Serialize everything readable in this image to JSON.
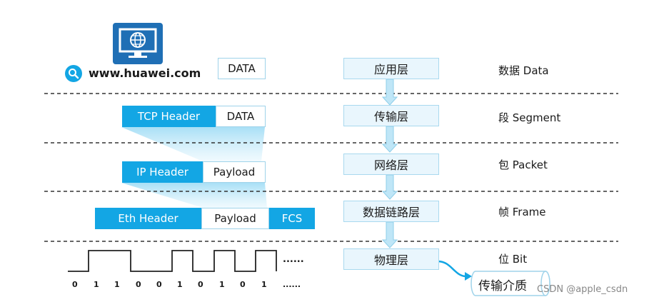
{
  "header": {
    "url": "www.huawei.com"
  },
  "left": {
    "app_data": "DATA",
    "transport": {
      "header": "TCP Header",
      "data": "DATA"
    },
    "network": {
      "header": "IP Header",
      "payload": "Payload"
    },
    "datalink": {
      "header": "Eth Header",
      "payload": "Payload",
      "trailer": "FCS"
    },
    "physical": {
      "bits": [
        "0",
        "1",
        "1",
        "0",
        "0",
        "1",
        "0",
        "1",
        "0",
        "1"
      ],
      "ellipsis": "......"
    }
  },
  "layers": [
    "应用层",
    "传输层",
    "网络层",
    "数据链路层",
    "物理层"
  ],
  "units": [
    "数据 Data",
    "段 Segment",
    "包 Packet",
    "帧 Frame",
    "位 Bit"
  ],
  "medium": "传输介质",
  "watermark": "CSDN @apple_csdn",
  "colors": {
    "accent": "#13a6e4",
    "layer_fill": "#e9f6fd",
    "monitor": "#1f6fb5"
  }
}
